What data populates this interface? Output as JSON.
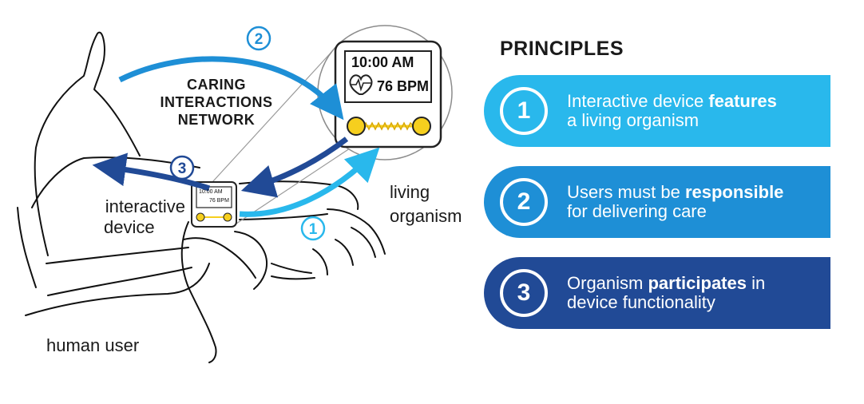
{
  "diagram": {
    "network_title_lines": [
      "CARING",
      "INTERACTIONS",
      "NETWORK"
    ],
    "labels": {
      "interactive_device": [
        "interactive",
        "device"
      ],
      "living_organism": [
        "living",
        "organism"
      ],
      "human_user": "human user"
    },
    "arrow_numbers": [
      "1",
      "2",
      "3"
    ],
    "device_screen": {
      "time": "10:00 AM",
      "bpm": "76 BPM"
    },
    "small_device_screen": {
      "time": "10:00 AM",
      "bpm": "76 BPM"
    }
  },
  "principles": {
    "heading": "PRINCIPLES",
    "items": [
      {
        "number": "1",
        "pre": "Interactive device ",
        "bold": "features",
        "post": "",
        "line2": "a living organism",
        "color": "#29b8ec"
      },
      {
        "number": "2",
        "pre": "Users must be ",
        "bold": "responsible",
        "post": "",
        "line2": "for delivering care",
        "color": "#1e8fd6"
      },
      {
        "number": "3",
        "pre": "Organism ",
        "bold": "participates",
        "post": " in",
        "line2": "device functionality",
        "color": "#214a96"
      }
    ]
  },
  "colors": {
    "light_blue": "#29b8ec",
    "mid_blue": "#1e8fd6",
    "dark_blue": "#214a96",
    "organism_yellow": "#f6cf1e"
  }
}
